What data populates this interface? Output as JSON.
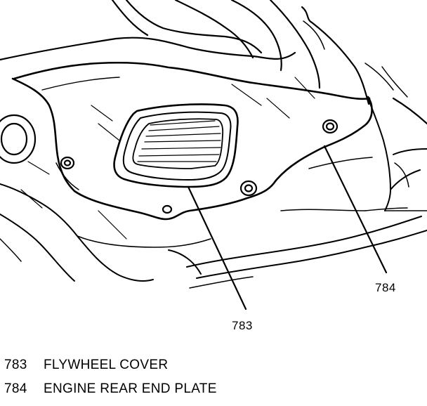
{
  "callouts": {
    "c783": "783",
    "c784": "784"
  },
  "legend": [
    {
      "number": "783",
      "label": "FLYWHEEL COVER"
    },
    {
      "number": "784",
      "label": "ENGINE REAR END PLATE"
    }
  ]
}
